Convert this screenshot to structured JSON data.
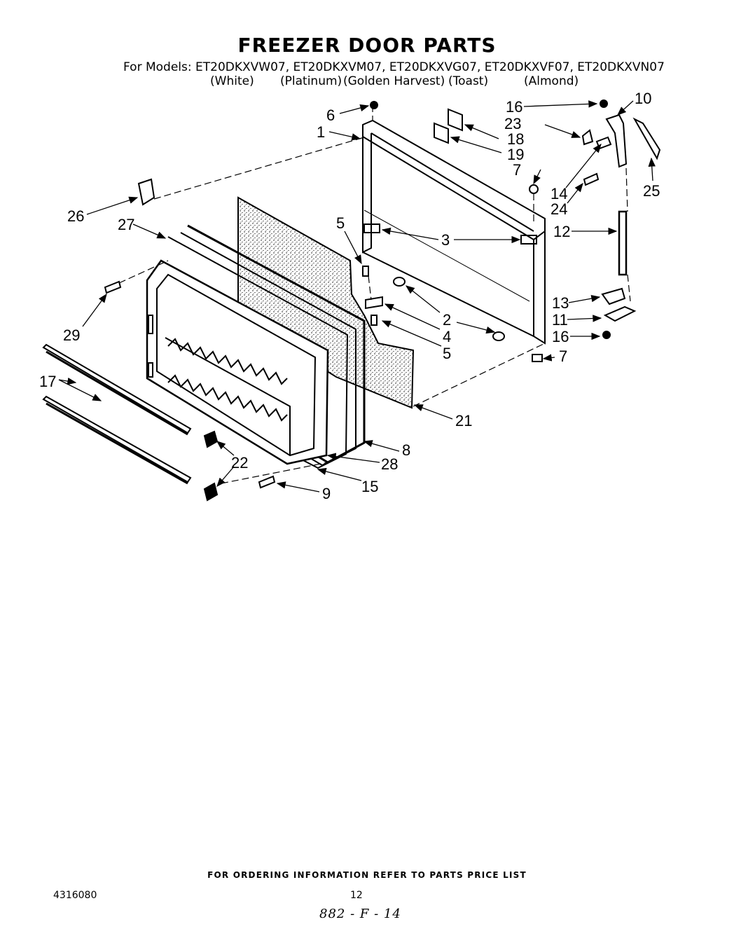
{
  "header": {
    "title": "FREEZER DOOR PARTS",
    "models_line": "For Models: ET20DKXVW07, ET20DKXVM07, ET20DKXVG07, ET20DKXVF07, ET20DKXVN07",
    "colors": [
      "(White)",
      "(Platinum)",
      "(Golden Harvest)",
      "(Toast)",
      "(Almond)"
    ]
  },
  "callouts": [
    {
      "id": "c6",
      "text": "6"
    },
    {
      "id": "c1",
      "text": "1"
    },
    {
      "id": "c16a",
      "text": "16"
    },
    {
      "id": "c10",
      "text": "10"
    },
    {
      "id": "c23",
      "text": "23"
    },
    {
      "id": "c18",
      "text": "18"
    },
    {
      "id": "c19",
      "text": "19"
    },
    {
      "id": "c7a",
      "text": "7"
    },
    {
      "id": "c14",
      "text": "14"
    },
    {
      "id": "c24",
      "text": "24"
    },
    {
      "id": "c25",
      "text": "25"
    },
    {
      "id": "c26",
      "text": "26"
    },
    {
      "id": "c27",
      "text": "27"
    },
    {
      "id": "c5a",
      "text": "5"
    },
    {
      "id": "c3",
      "text": "3"
    },
    {
      "id": "c12",
      "text": "12"
    },
    {
      "id": "c2",
      "text": "2"
    },
    {
      "id": "c13",
      "text": "13"
    },
    {
      "id": "c11",
      "text": "11"
    },
    {
      "id": "c4",
      "text": "4"
    },
    {
      "id": "c16b",
      "text": "16"
    },
    {
      "id": "c29",
      "text": "29"
    },
    {
      "id": "c5b",
      "text": "5"
    },
    {
      "id": "c7b",
      "text": "7"
    },
    {
      "id": "c17",
      "text": "17"
    },
    {
      "id": "c21",
      "text": "21"
    },
    {
      "id": "c8",
      "text": "8"
    },
    {
      "id": "c22",
      "text": "22"
    },
    {
      "id": "c28",
      "text": "28"
    },
    {
      "id": "c15",
      "text": "15"
    },
    {
      "id": "c9",
      "text": "9"
    }
  ],
  "footer": {
    "ordering_note": "FOR ORDERING INFORMATION REFER TO PARTS PRICE LIST",
    "doc_number": "4316080",
    "page_number": "12",
    "handwritten": "882 - F - 14"
  }
}
